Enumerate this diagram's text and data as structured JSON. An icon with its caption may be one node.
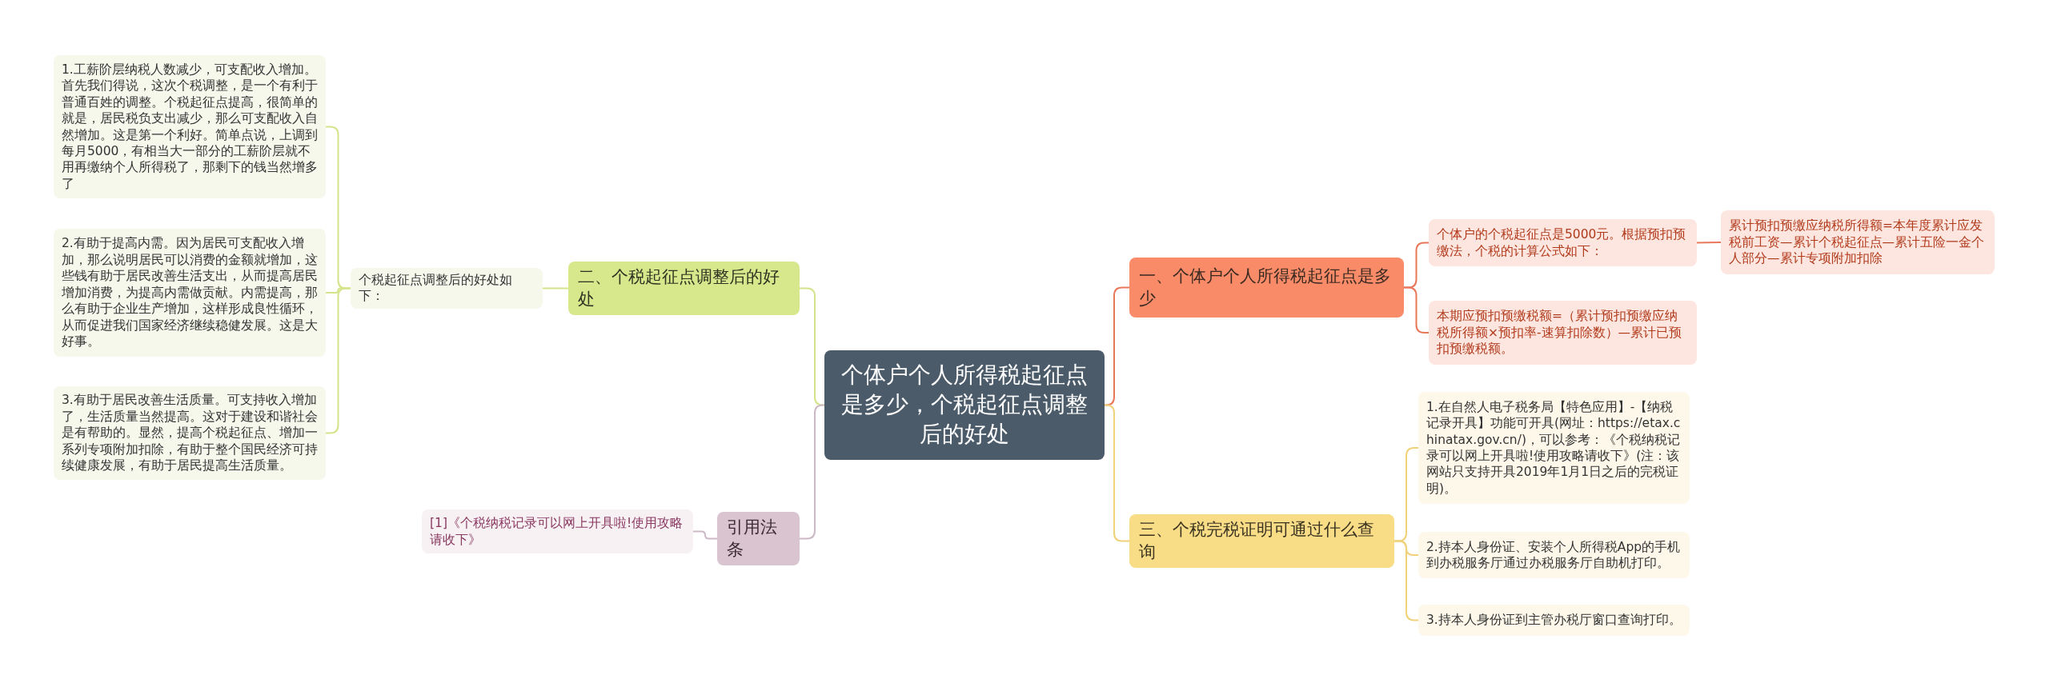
{
  "diagram": {
    "nodes": [
      {
        "text": [
          "个体户个人所得税起征点是多少，个税起征点调整后的好处"
        ]
      },
      {
        "text": [
          "一、个体户个人所得税起征点是多少"
        ]
      },
      {
        "text": [
          "三、个税完税证明可通过什么查询"
        ]
      },
      {
        "text": [
          "二、个税起征点调整后的好处"
        ]
      },
      {
        "text": [
          "引用法条"
        ]
      },
      {
        "text": [
          "个体户的个税起征点是5000元。根据预扣预缴法，个税的计算公式如下："
        ]
      },
      {
        "text": [
          "累计预扣预缴应纳税所得额=本年度累计应发税前工资—累计个税起征点—累计五险一金个人部分—累计专项附加扣除"
        ]
      },
      {
        "text": [
          "本期应预扣预缴税额=（累计预扣预缴应纳税所得额×预扣率-速算扣除数）—累计已预扣预缴税额。"
        ]
      },
      {
        "text": [
          "1.在自然人电子税务局【特色应用】-【纳税记录开具】功能可开具(网址：https://etax.chinatax.gov.cn/)，可以参考：《个税纳税记录可以网上开具啦!使用攻略请收下》(注：该网站只支持开具2019年1月1日之后的完税证明)。"
        ]
      },
      {
        "text": [
          "2.持本人身份证、安装个人所得税App的手机到办税服务厅通过办税服务厅自助机打印。"
        ]
      },
      {
        "text": [
          "3.持本人身份证到主管办税厅窗口查询打印。"
        ]
      },
      {
        "text": [
          "个税起征点调整后的好处如下："
        ]
      },
      {
        "text": [
          "1.工薪阶层纳税人数减少，可支配收入增加。首先我们得说，这次个税调整，是一个有利于普通百姓的调整。个税起征点提高，很简单的就是，居民税负支出减少，那么可支配收入自然增加。这是第一个利好。简单点说，上调到每月5000，有相当大一部分的工薪阶层就不用再缴纳个人所得税了，那剩下的钱当然增多了"
        ]
      },
      {
        "text": [
          "2.有助于提高内需。因为居民可支配收入增加，那么说明居民可以消费的金额就增加，这些钱有助于居民改善生活支出，从而提高居民增加消费，为提高内需做贡献。内需提高，那么有助于企业生产增加，这样形成良性循环，从而促进我们国家经济继续稳健发展。这是大好事。"
        ]
      },
      {
        "text": [
          "3.有助于居民改善生活质量。可支持收入增加了，生活质量当然提高。这对于建设和谐社会是有帮助的。显然，提高个税起征点、增加一系列专项附加扣除，有助于整个国民经济可持续健康发展，有助于居民提高生活质量。"
        ]
      },
      {
        "text": [
          "[1]《个税纳税记录可以网上开具啦!使用攻略请收下》"
        ]
      }
    ],
    "edges": [
      {
        "from": 0,
        "to": 1,
        "arrow": "none",
        "color": "#e9775a"
      },
      {
        "from": 0,
        "to": 2,
        "arrow": "none",
        "color": "#efd27a"
      },
      {
        "from": 0,
        "to": 3,
        "arrow": "none",
        "color": "#d3e48a"
      },
      {
        "from": 0,
        "to": 4,
        "arrow": "none",
        "color": "#cdb9c5"
      },
      {
        "from": 1,
        "to": 5,
        "arrow": "none",
        "color": "#e9775a"
      },
      {
        "from": 5,
        "to": 6,
        "arrow": "none",
        "color": "#e9775a"
      },
      {
        "from": 1,
        "to": 7,
        "arrow": "none",
        "color": "#e9775a"
      },
      {
        "from": 2,
        "to": 8,
        "arrow": "none",
        "color": "#efd27a"
      },
      {
        "from": 2,
        "to": 9,
        "arrow": "none",
        "color": "#efd27a"
      },
      {
        "from": 2,
        "to": 10,
        "arrow": "none",
        "color": "#efd27a"
      },
      {
        "from": 3,
        "to": 11,
        "arrow": "none",
        "color": "#d3e48a"
      },
      {
        "from": 11,
        "to": 12,
        "arrow": "none",
        "color": "#d3e48a"
      },
      {
        "from": 11,
        "to": 13,
        "arrow": "none",
        "color": "#d3e48a"
      },
      {
        "from": 11,
        "to": 14,
        "arrow": "none",
        "color": "#d3e48a"
      },
      {
        "from": 4,
        "to": 15,
        "arrow": "none",
        "color": "#cdb9c5"
      }
    ]
  }
}
